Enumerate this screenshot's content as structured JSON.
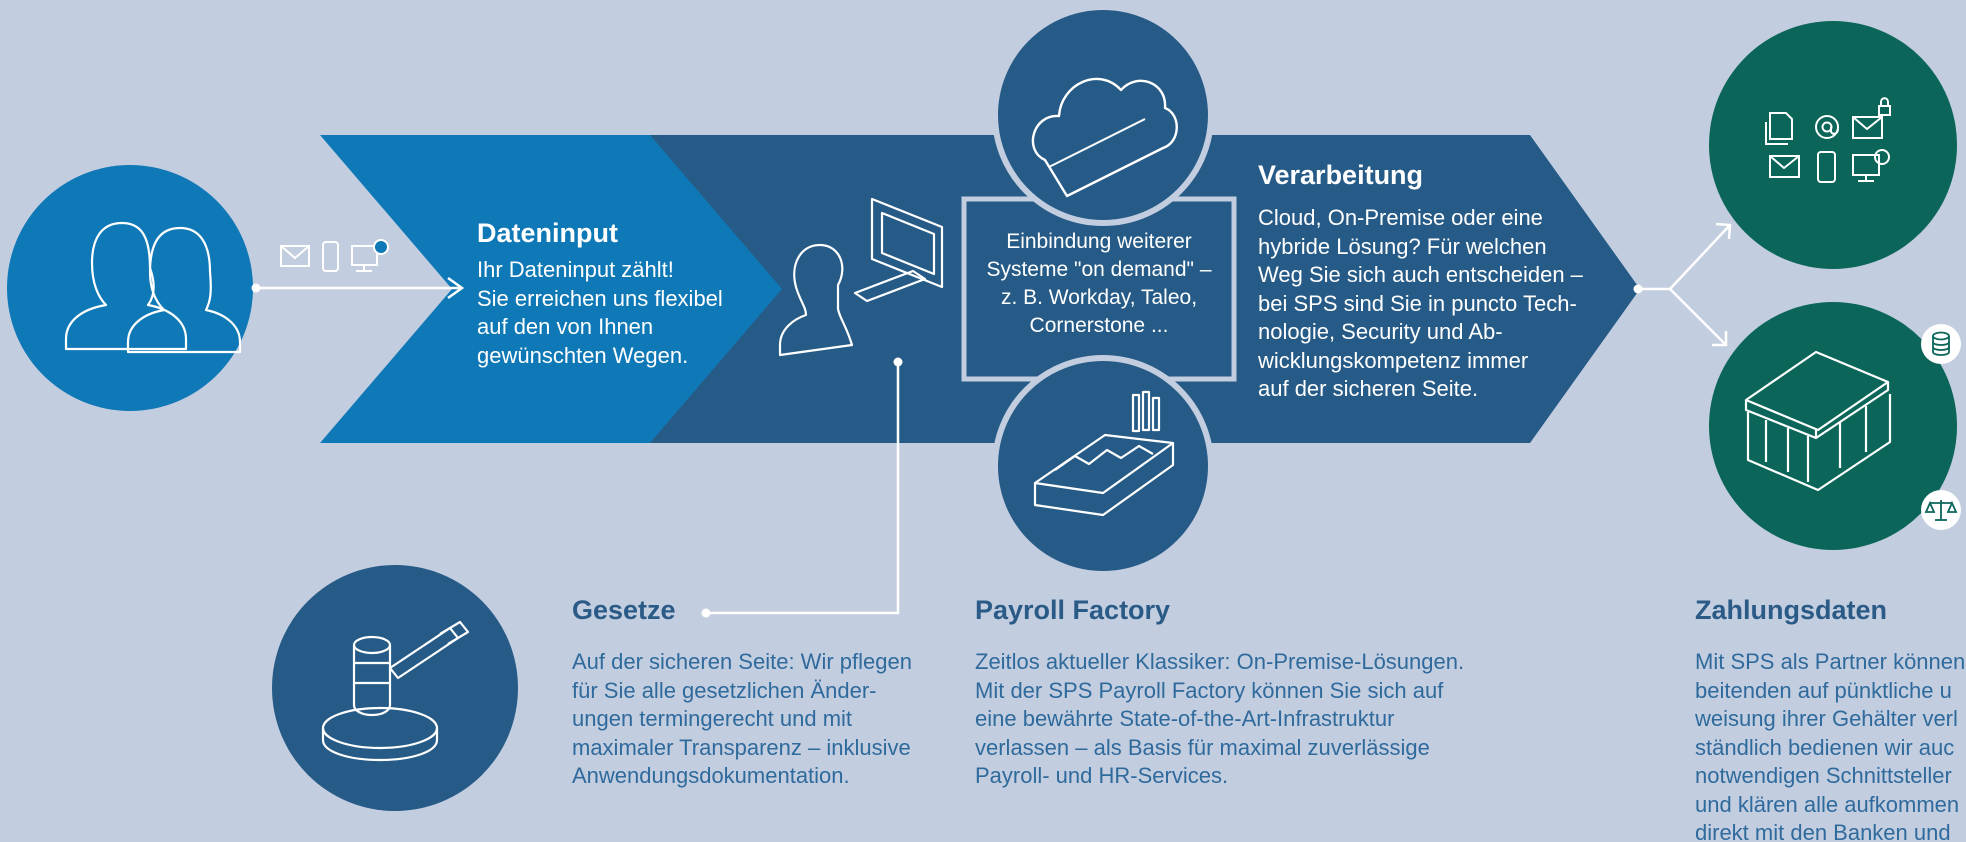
{
  "colors": {
    "background": "#c3cde0",
    "light_blue": "#0f78b6",
    "dark_blue": "#275b87",
    "teal": "#0b6659",
    "white": "#ffffff"
  },
  "dateninput": {
    "title": "Dateninput",
    "text": "Ihr Dateninput zählt!\nSie erreichen uns flexibel\nauf den von Ihnen\ngewünschten Wegen."
  },
  "verarbeitung": {
    "title": "Verarbeitung",
    "text": "Cloud, On-Premise oder eine\nhybride Lösung? Für welchen\nWeg Sie sich auch entscheiden –\nbei SPS sind Sie in puncto Tech-\nnologie, Security und Ab-\nwicklungskompetenz immer\nauf der sicheren Seite."
  },
  "center_box": {
    "text": "Einbindung weiterer\nSysteme \"on demand\" –\nz. B. Workday, Taleo,\nCornerstone ..."
  },
  "gesetze": {
    "title": "Gesetze",
    "text": "Auf der sicheren Seite: Wir pflegen\nfür Sie alle gesetzlichen Änder-\nungen termingerecht und mit\nmaximaler Transparenz – inklusive\nAnwendungsdokumentation."
  },
  "payroll_factory": {
    "title": "Payroll Factory",
    "text": "Zeitlos aktueller Klassiker: On-Premise-Lösungen.\nMit der SPS Payroll Factory können Sie sich auf\neine bewährte State-of-the-Art-Infrastruktur\nverlassen – als Basis für maximal zuverlässige\nPayroll- und HR-Services."
  },
  "zahlungsdaten": {
    "title": "Zahlungsdaten",
    "text": "Mit SPS als Partner können\nbeitenden auf pünktliche u\nweisung ihrer Gehälter verl\nständlich bedienen wir auc\nnotwendigen Schnittsteller\nund klären alle aufkommen\ndirekt mit den Banken und"
  },
  "icons": {
    "users": "users-icon",
    "channels": [
      "mail-icon",
      "phone-icon",
      "computer-icon"
    ],
    "operator": "person-at-computer-icon",
    "cloud": "cloud-icon",
    "factory": "factory-icon",
    "gavel": "gavel-icon",
    "outputs": [
      "document-icon",
      "at-icon",
      "secure-mail-icon",
      "mail-icon",
      "phone-icon",
      "computer-icon"
    ],
    "bank": "bank-icon",
    "database": "database-icon",
    "scales": "scales-icon"
  }
}
